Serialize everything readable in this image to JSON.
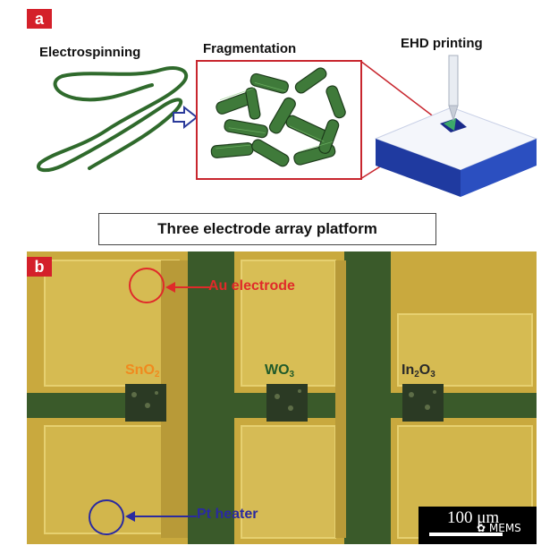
{
  "panel_a": {
    "badge": "a",
    "step1_label": "Electrospinning",
    "step2_label": "Fragmentation",
    "step3_label": "EHD printing"
  },
  "panel_b": {
    "badge": "b",
    "title": "Three electrode array platform",
    "annotations": {
      "au_electrode": "Au electrode",
      "pt_heater": "Pt heater"
    },
    "materials": [
      {
        "base": "SnO",
        "sub": "2",
        "color": "#f08a1e"
      },
      {
        "base": "WO",
        "sub": "3",
        "color": "#1f5a2a"
      },
      {
        "base": "In",
        "sub": "2",
        "base2": "O",
        "sub2": "3",
        "color": "#2a2a2a"
      }
    ],
    "scale_bar": "100 μm"
  },
  "watermark": "MEMS",
  "colors": {
    "badge": "#d4202a",
    "fiber": "#2f6a2c",
    "gold": "#d8b84a",
    "dark_green": "#3c5a2c",
    "au_marker": "#e02a2a",
    "pt_marker": "#2a2aa0",
    "substrate_blue": "#1f3aa0"
  }
}
